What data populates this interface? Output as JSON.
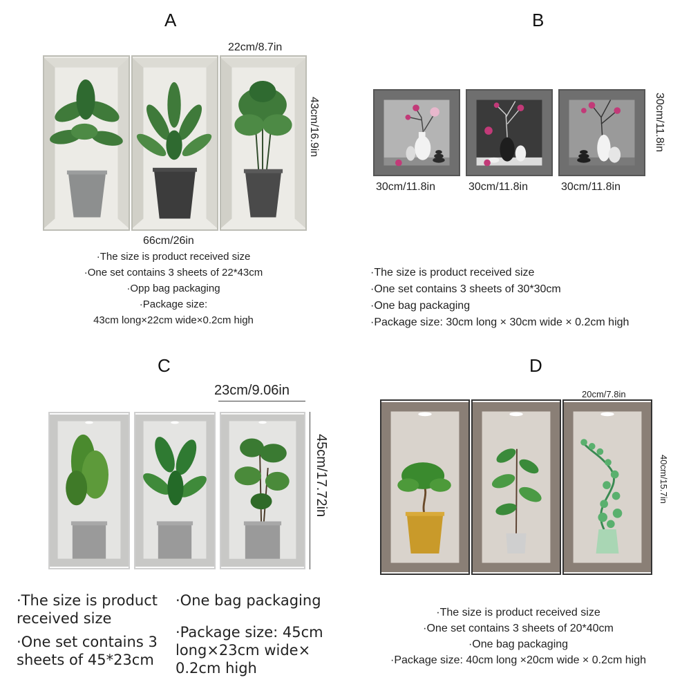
{
  "A": {
    "letter": "A",
    "width_label": "22cm/8.7in",
    "height_label": "43cm/16.9in",
    "total_label": "66cm/26in",
    "notes": [
      "·The size is product received size",
      "·One set contains 3 sheets of 22*43cm",
      "·Opp bag packaging",
      "·Package size:",
      "43cm long×22cm wide×0.2cm high"
    ]
  },
  "B": {
    "letter": "B",
    "height_label": "30cm/11.8in",
    "width_labels": [
      "30cm/11.8in",
      "30cm/11.8in",
      "30cm/11.8in"
    ],
    "notes": [
      "·The size is product received size",
      "·One set contains 3 sheets of 30*30cm",
      "·One bag packaging",
      "·Package size: 30cm long × 30cm wide × 0.2cm high"
    ]
  },
  "C": {
    "letter": "C",
    "width_label": "23cm/9.06in",
    "height_label": "45cm/17.72in",
    "notes_left": [
      "·The size is product",
      "received size",
      "·One set contains 3",
      "sheets of 45*23cm"
    ],
    "notes_right": [
      "·One bag packaging",
      "·Package size: 45cm",
      "long×23cm wide×",
      "0.2cm high"
    ]
  },
  "D": {
    "letter": "D",
    "width_label": "20cm/7.8in",
    "height_label": "40cm/15.7in",
    "notes": [
      "·The size is product received size",
      "·One set contains 3 sheets of 20*40cm",
      "·One bag packaging",
      "·Package size: 40cm long ×20cm wide × 0.2cm high"
    ]
  },
  "colors": {
    "leaf_green": "#3f7a3a",
    "pot_gray": "#8d8f8f",
    "pot_dark": "#3c3c3c",
    "pot_gold": "#c99a2a",
    "magnolia_pink": "#c23a78",
    "niche_light": "#ecebe6",
    "niche_gray": "#777777",
    "niche_brown": "#8a7f76"
  }
}
